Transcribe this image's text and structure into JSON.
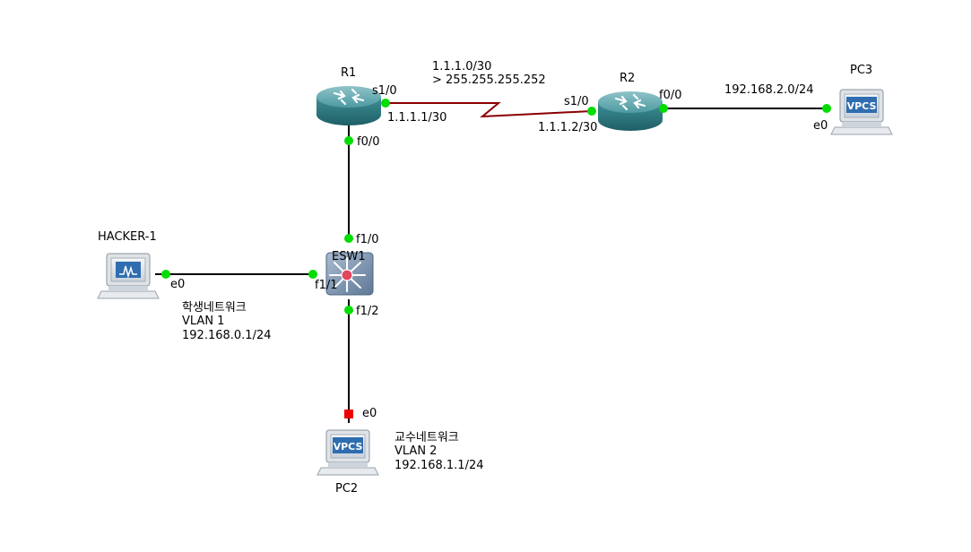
{
  "nodes": {
    "r1": {
      "name": "R1",
      "s1_0": "s1/0",
      "f0_0": "f0/0",
      "ip": "1.1.1.1/30"
    },
    "r2": {
      "name": "R2",
      "s1_0": "s1/0",
      "f0_0": "f0/0",
      "ip": "1.1.1.2/30"
    },
    "pc3": {
      "name": "PC3",
      "e0": "e0",
      "icon_text": "VPCS"
    },
    "esw1": {
      "name": "ESW1",
      "f1_0": "f1/0",
      "f1_1": "f1/1",
      "f1_2": "f1/2"
    },
    "hacker": {
      "name": "HACKER-1",
      "e0": "e0"
    },
    "pc2": {
      "name": "PC2",
      "e0": "e0",
      "icon_text": "VPCS"
    }
  },
  "annotations": {
    "serial_net": "1.1.1.0/30",
    "serial_mask": "> 255.255.255.252",
    "lan2": "192.168.2.0/24",
    "student_name": "학생네트워크",
    "student_vlan": "VLAN 1",
    "student_ip": "192.168.0.1/24",
    "prof_name": "교수네트워크",
    "prof_vlan": "VLAN 2",
    "prof_ip": "192.168.1.1/24"
  },
  "colors": {
    "link_up": "#00dd00",
    "link_down": "#ee0000",
    "serial_link": "#8b0000",
    "router_body": "#3a8c94",
    "switch_body": "#7a92ad",
    "vpcs_blue": "#2f6db0"
  }
}
